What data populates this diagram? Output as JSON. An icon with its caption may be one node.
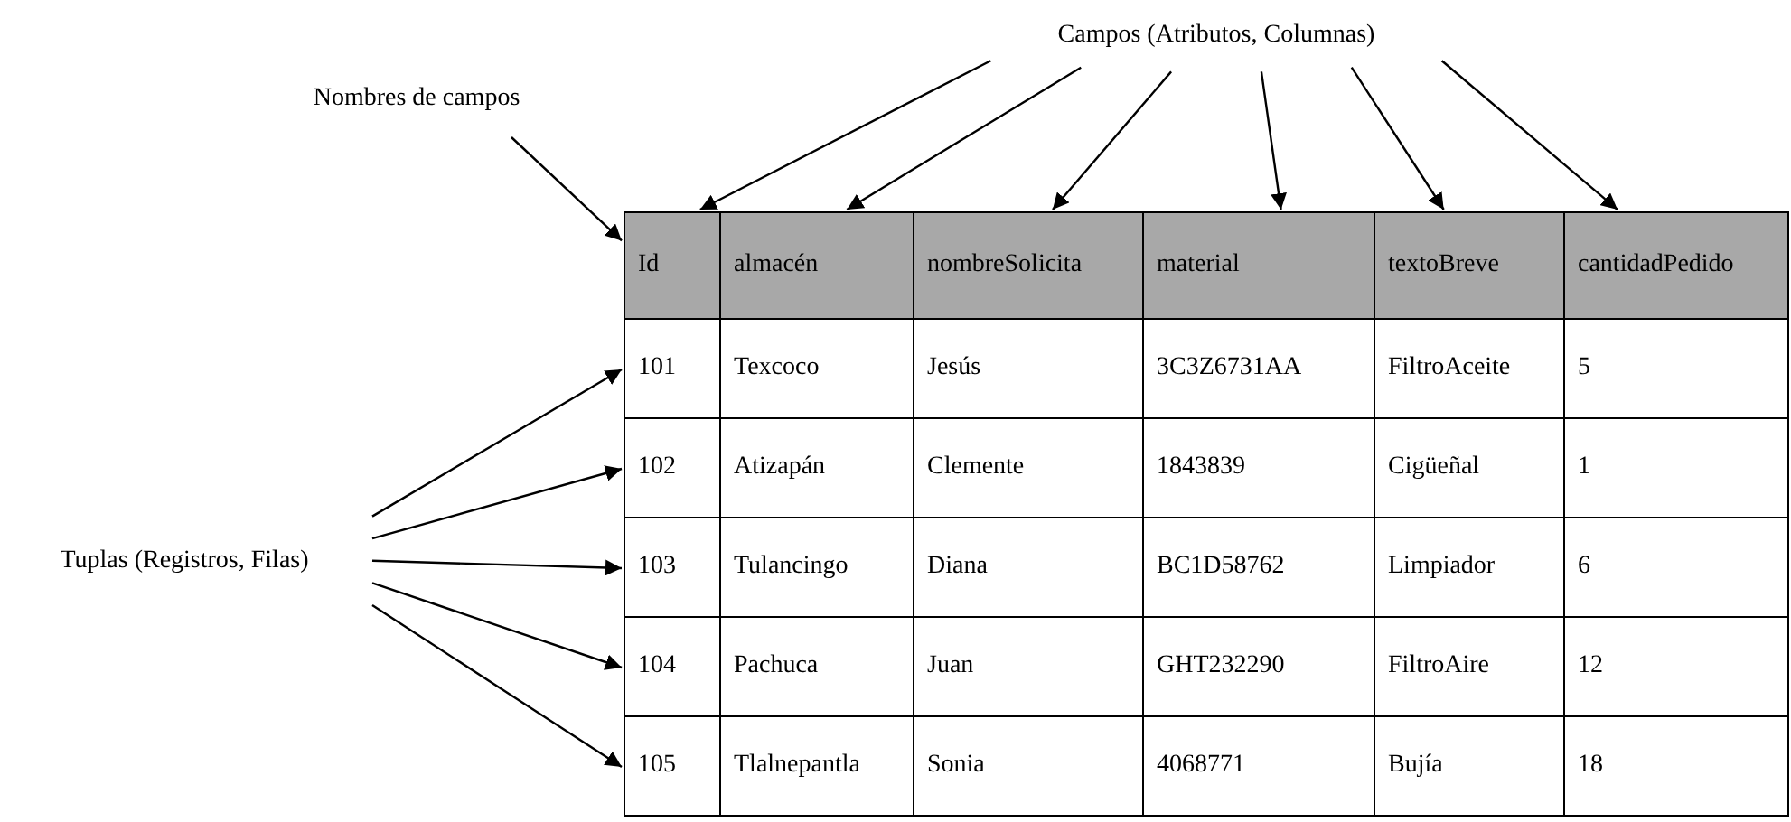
{
  "diagram": {
    "nodes": [
      {
        "text": [
          "Campos (Atributos, Columnas)"
        ]
      },
      {
        "text": [
          "Nombres de campos"
        ]
      },
      {
        "text": [
          "Tuplas (Registros, Filas)"
        ]
      },
      {
        "text": [
          "Id"
        ]
      },
      {
        "text": [
          "almacén"
        ]
      },
      {
        "text": [
          "nombreSolicita"
        ]
      },
      {
        "text": [
          "material"
        ]
      },
      {
        "text": [
          "textoBreve"
        ]
      },
      {
        "text": [
          "cantidadPedido"
        ]
      },
      {
        "text": [
          "101",
          "Texcoco",
          "Jesús",
          "3C3Z6731AA",
          "FiltroAceite",
          "5"
        ]
      },
      {
        "text": [
          "102",
          "Atizapán",
          "Clemente",
          "1843839",
          "Cigüeñal",
          "1"
        ]
      },
      {
        "text": [
          "103",
          "Tulancingo",
          "Diana",
          "BC1D58762",
          "Limpiador",
          "6"
        ]
      },
      {
        "text": [
          "104",
          "Pachuca",
          "Juan",
          "GHT232290",
          "FiltroAire",
          "12"
        ]
      },
      {
        "text": [
          "105",
          "Tlalnepantla",
          "Sonia",
          "4068771",
          "Bujía",
          "18"
        ]
      }
    ],
    "edges": [
      {
        "from": 0,
        "to": 3,
        "arrow": "to"
      },
      {
        "from": 0,
        "to": 4,
        "arrow": "to"
      },
      {
        "from": 0,
        "to": 5,
        "arrow": "to"
      },
      {
        "from": 0,
        "to": 6,
        "arrow": "to"
      },
      {
        "from": 0,
        "to": 7,
        "arrow": "to"
      },
      {
        "from": 0,
        "to": 8,
        "arrow": "to"
      },
      {
        "from": 1,
        "to": 3,
        "arrow": "to"
      },
      {
        "from": 2,
        "to": 9,
        "arrow": "to"
      },
      {
        "from": 2,
        "to": 10,
        "arrow": "to"
      },
      {
        "from": 2,
        "to": 11,
        "arrow": "to"
      },
      {
        "from": 2,
        "to": 12,
        "arrow": "to"
      },
      {
        "from": 2,
        "to": 13,
        "arrow": "to"
      }
    ]
  }
}
